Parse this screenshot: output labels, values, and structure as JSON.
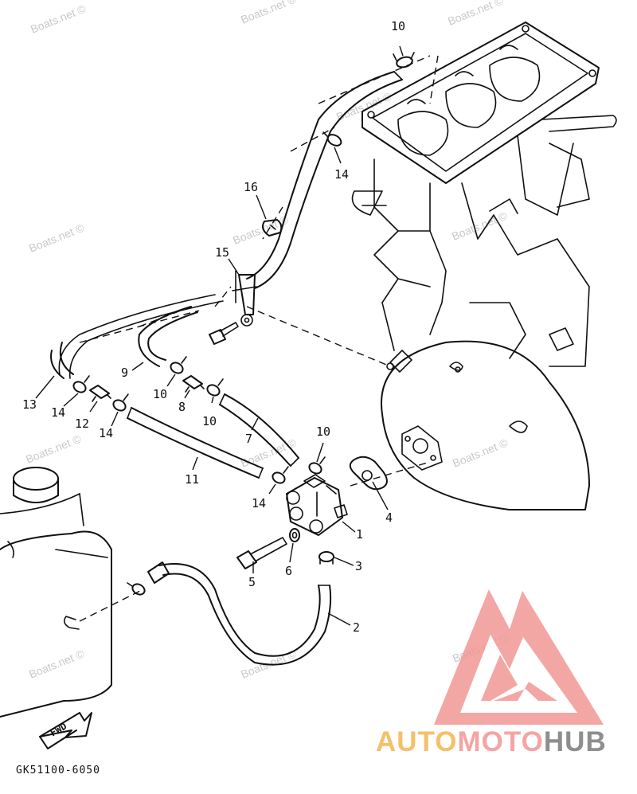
{
  "watermarks": [
    "Boats.net ©",
    "Boats.net ©",
    "Boats.net ©",
    "Boats.net ©",
    "Boats.net ©",
    "Boats.net ©",
    "Boats.net ©",
    "Boats.net ©",
    "Boats.net ©",
    "Boats.net ©",
    "Boats.net ©",
    "Boats.net ©",
    "Boats.net ©"
  ],
  "callouts": [
    "1",
    "2",
    "3",
    "4",
    "5",
    "6",
    "7",
    "8",
    "9",
    "10",
    "10",
    "10",
    "10",
    "11",
    "12",
    "13",
    "14",
    "14",
    "14",
    "14",
    "15",
    "16"
  ],
  "direction_label": "FWD",
  "diagram_code": "GK51100-6050",
  "brand": {
    "part1": "AUTO",
    "part2": "MOTO",
    "part3": "HUB",
    "color_auto": "#f4c069",
    "color_moto": "#f4a5a3",
    "color_hub": "#8e8e8e",
    "logo_color": "#f19896"
  }
}
